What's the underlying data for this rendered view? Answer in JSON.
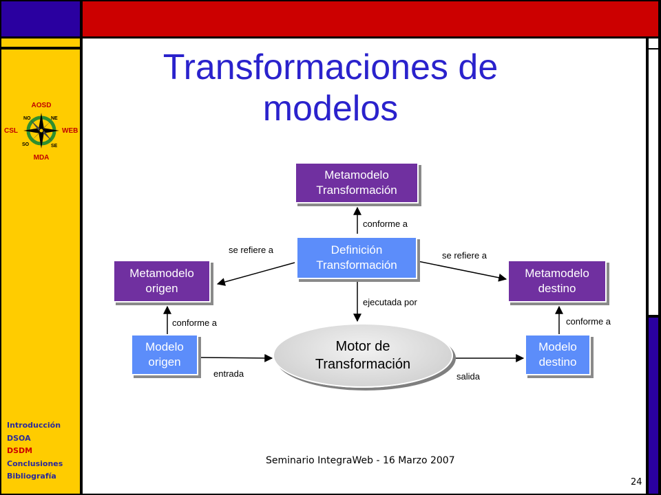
{
  "slide": {
    "title_line1": "Transformaciones de",
    "title_line2": "modelos",
    "footer": "Seminario IntegraWeb - 16 Marzo 2007",
    "page_number": "24"
  },
  "logo": {
    "top": "AOSD",
    "left": "CSL",
    "right": "WEB",
    "bottom": "MDA",
    "ne": "NE",
    "no": "NO",
    "se": "SE",
    "so": "SO"
  },
  "nav": {
    "items": [
      {
        "label": "Introducción",
        "active": false
      },
      {
        "label": "DSOA",
        "active": false
      },
      {
        "label": "DSDM",
        "active": true
      },
      {
        "label": "Conclusiones",
        "active": false
      },
      {
        "label": "Bibliografía",
        "active": false
      }
    ]
  },
  "diagram": {
    "nodes": {
      "metamodelo_transformacion": {
        "line1": "Metamodelo",
        "line2": "Transformación"
      },
      "definicion_transformacion": {
        "line1": "Definición",
        "line2": "Transformación"
      },
      "metamodelo_origen": {
        "line1": "Metamodelo",
        "line2": "origen"
      },
      "metamodelo_destino": {
        "line1": "Metamodelo",
        "line2": "destino"
      },
      "modelo_origen": {
        "line1": "Modelo",
        "line2": "origen"
      },
      "modelo_destino": {
        "line1": "Modelo",
        "line2": "destino"
      },
      "motor": {
        "line1": "Motor de",
        "line2": "Transformación"
      }
    },
    "edge_labels": {
      "conforme_top": "conforme a",
      "se_refiere_left": "se refiere a",
      "se_refiere_right": "se refiere a",
      "ejecutada_por": "ejecutada por",
      "conforme_left": "conforme a",
      "conforme_right": "conforme a",
      "entrada": "entrada",
      "salida": "salida"
    }
  },
  "colors": {
    "purple_box": "#7030a0",
    "blue_box": "#5c8dfa",
    "title": "#2a22cc",
    "banner_red": "#cc0000",
    "banner_blue": "#2a00a0",
    "panel_yellow": "#ffcc00"
  }
}
